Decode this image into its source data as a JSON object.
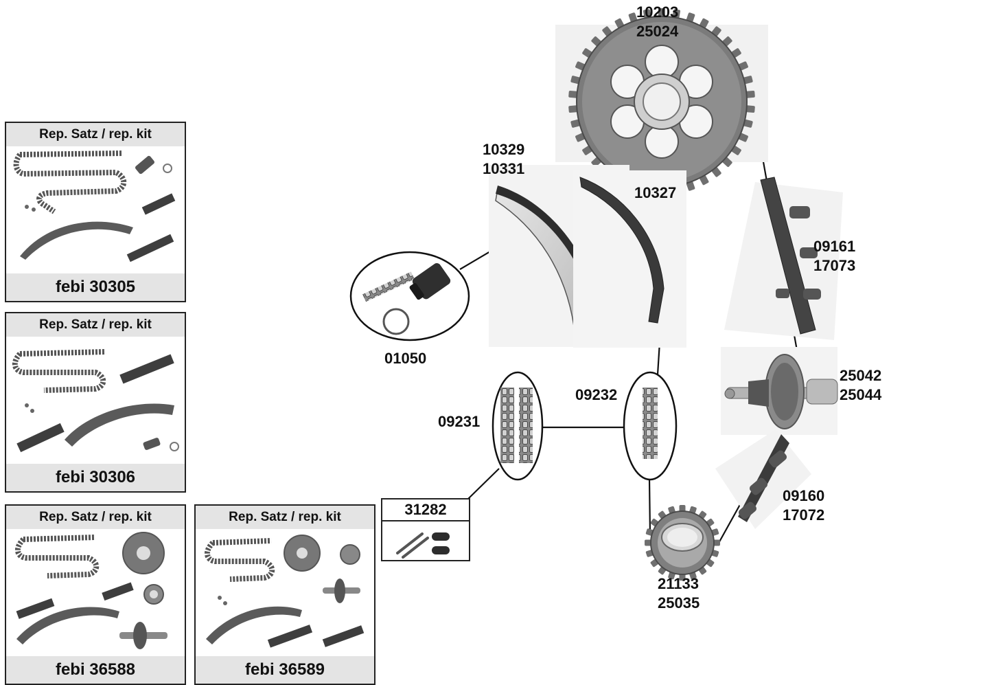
{
  "kits": [
    {
      "header": "Rep. Satz / rep. kit",
      "name": "febi 30305"
    },
    {
      "header": "Rep. Satz / rep. kit",
      "name": "febi 30306"
    },
    {
      "header": "Rep. Satz / rep. kit",
      "name": "febi 36588"
    },
    {
      "header": "Rep. Satz / rep. kit",
      "name": "febi 36589"
    }
  ],
  "parts": {
    "camshaft_sprocket": {
      "line1": "10203",
      "line2": "25024"
    },
    "tensioner_rail": {
      "line1": "10329",
      "line2": "10331"
    },
    "guide_rail_10327": {
      "line1": "10327"
    },
    "guide_rail_09161": {
      "line1": "09161",
      "line2": "17073"
    },
    "tensioner": {
      "line1": "01050"
    },
    "chain_09231": {
      "line1": "09231"
    },
    "chain_09232": {
      "line1": "09232"
    },
    "intermediate_shaft": {
      "line1": "25042",
      "line2": "25044"
    },
    "guide_rail_09160": {
      "line1": "09160",
      "line2": "17072"
    },
    "crank_sprocket": {
      "line1": "21133",
      "line2": "25035"
    },
    "link_set": {
      "line1": "31282"
    }
  }
}
